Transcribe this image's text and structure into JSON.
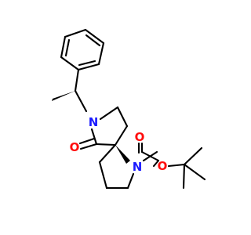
{
  "colors": {
    "carbon": "#000000",
    "nitrogen": "#1a1aff",
    "oxygen": "#ff0d0d",
    "background": "#ffffff"
  },
  "atoms": {
    "n_lactam": "N",
    "n_carbamate": "N",
    "o_ketone": "O",
    "o_carbonyl": "O",
    "o_ester": "O"
  }
}
